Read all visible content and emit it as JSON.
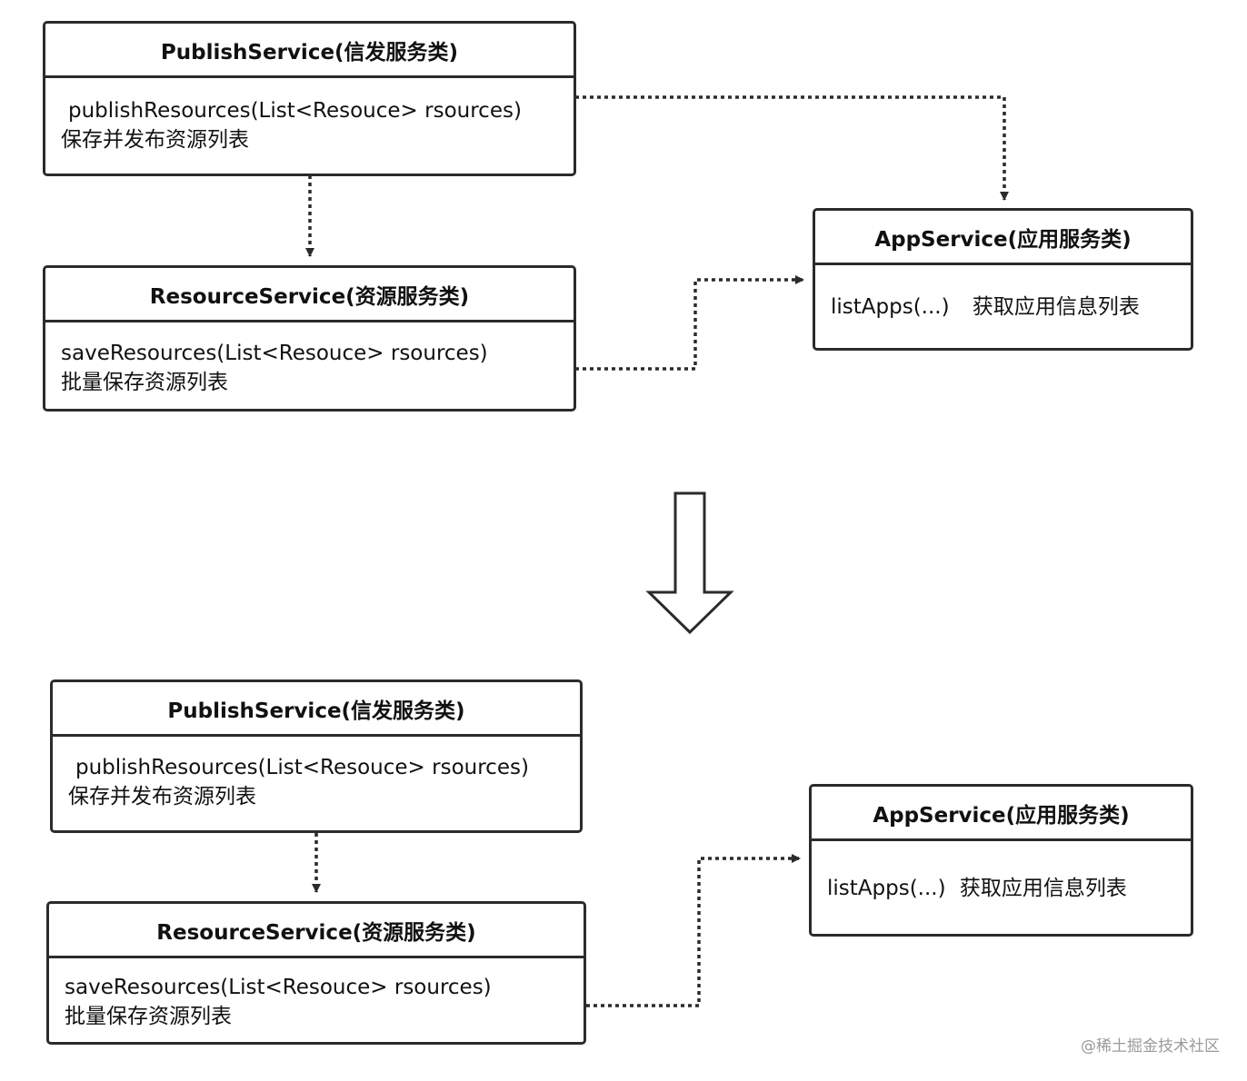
{
  "top": {
    "publish": {
      "title": "PublishService(信发服务类)",
      "method": "publishResources(List<Resouce> rsources)",
      "desc": "保存并发布资源列表"
    },
    "resource": {
      "title": "ResourceService(资源服务类)",
      "method": "saveResources(List<Resouce> rsources)",
      "desc": "批量保存资源列表"
    },
    "app": {
      "title": "AppService(应用服务类)",
      "method": "listApps(...)",
      "desc": "获取应用信息列表"
    }
  },
  "bottom": {
    "publish": {
      "title": "PublishService(信发服务类)",
      "method": "publishResources(List<Resouce> rsources)",
      "desc": "保存并发布资源列表"
    },
    "resource": {
      "title": "ResourceService(资源服务类)",
      "method": "saveResources(List<Resouce> rsources)",
      "desc": "批量保存资源列表"
    },
    "app": {
      "title": "AppService(应用服务类)",
      "method": "listApps(...)",
      "desc": "获取应用信息列表"
    }
  },
  "watermark": "@稀土掘金技术社区",
  "colors": {
    "stroke": "#2b2b2b",
    "background": "#ffffff",
    "watermark": "#9a9a9a"
  }
}
